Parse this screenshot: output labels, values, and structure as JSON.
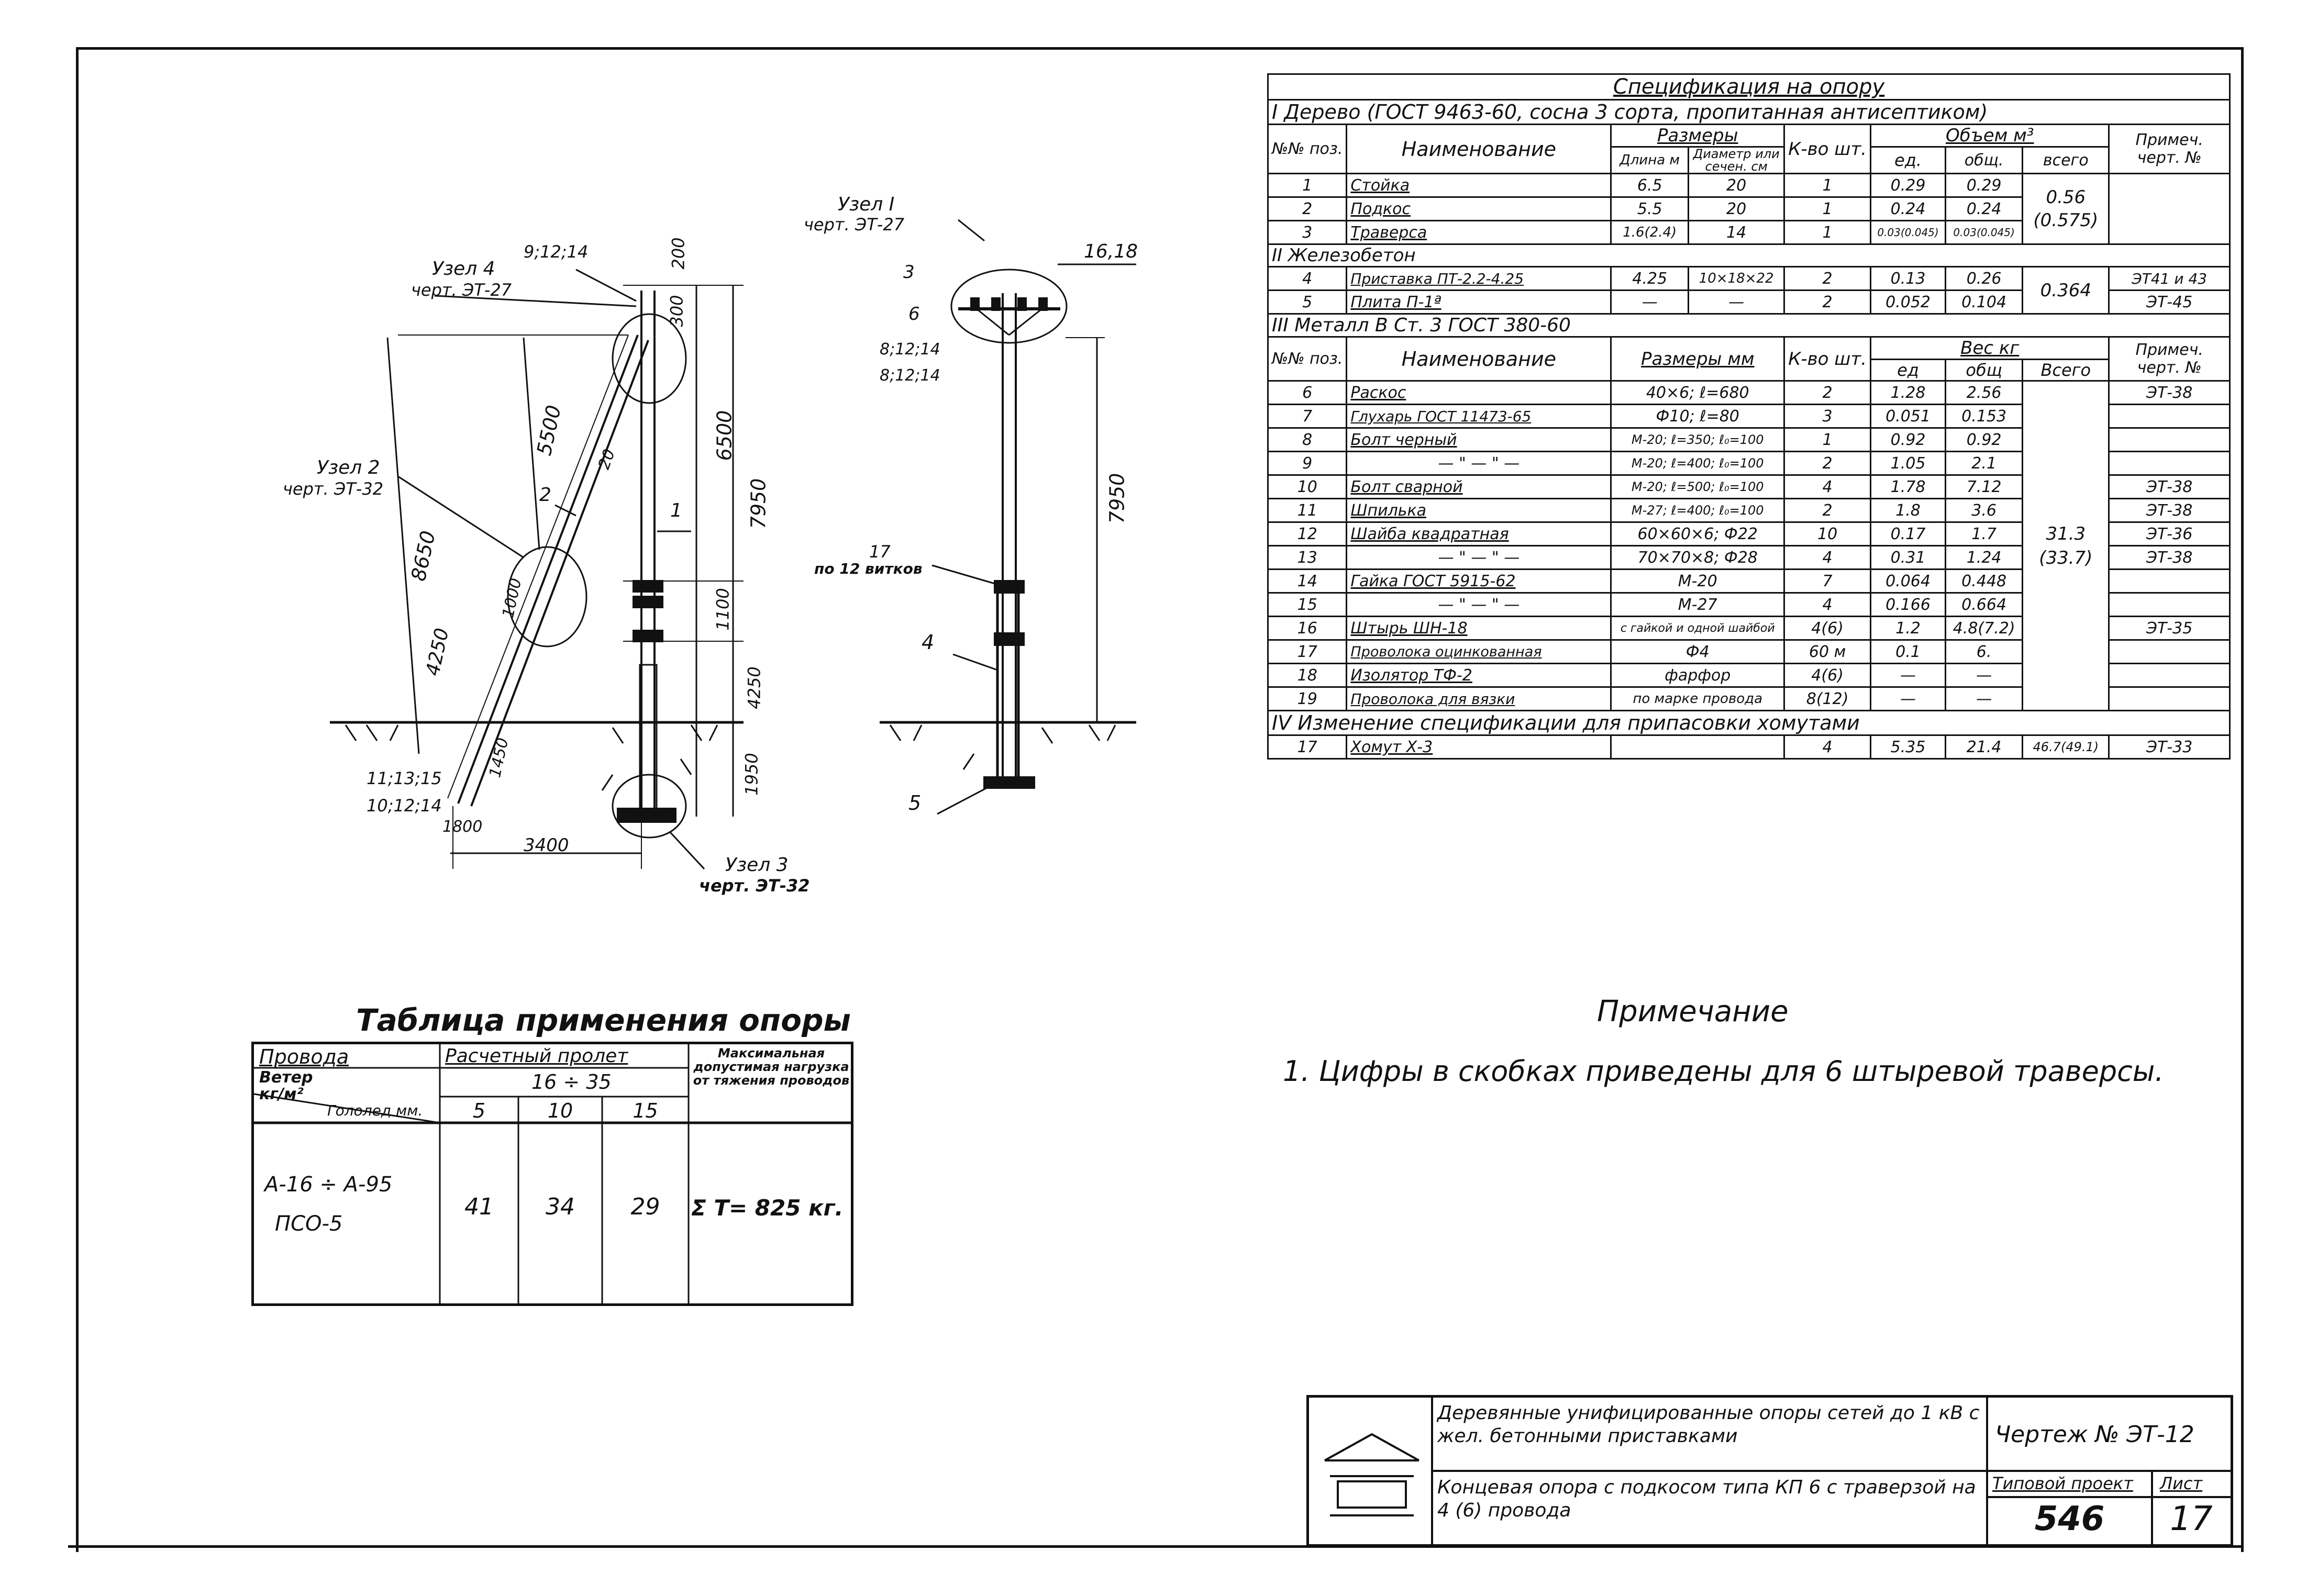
{
  "drawing_left": {
    "node1": {
      "label": "Узел I",
      "ref": "черт. ЭТ-27"
    },
    "node2": {
      "label": "Узел 2",
      "ref": "черт. ЭТ-32"
    },
    "node3": {
      "label": "Узел 3",
      "ref": "черт. ЭТ-32"
    },
    "node4": {
      "label": "Узел 4",
      "ref": "черт. ЭТ-27"
    },
    "pos_top_left": "9;12;14",
    "pos_top_right": "16,18",
    "pos_left1": "3",
    "pos_left2": "6",
    "pos_left3": "8;12;14",
    "pos_left4": "8;12;14",
    "pos_wire": "17",
    "pos_wire_note": "по 12 витков",
    "pos_4": "4",
    "pos_5": "5",
    "pos_1": "1",
    "pos_2": "2",
    "pos_bot1": "11;13;15",
    "pos_bot2": "10;12;14",
    "dim_200": "200",
    "dim_300": "300",
    "dim_5500": "5500",
    "dim_6500": "6500",
    "dim_7950_l": "7950",
    "dim_7950_r": "7950",
    "dim_8650": "8650",
    "dim_1100": "1100",
    "dim_4250_a": "4250",
    "dim_4250_b": "4250",
    "dim_1000": "1000",
    "dim_1450": "1450",
    "dim_1950": "1950",
    "dim_1800": "1800",
    "dim_3400": "3400",
    "dim_20": "20"
  },
  "application_table": {
    "title": "Таблица применения опоры",
    "h_wires": "Провода",
    "h_span": "Расчетный пролет",
    "h_max": "Максимальная допустимая нагрузка от тяжения проводов",
    "h_wind": "Ветер кг/м²",
    "h_ice": "Гололед мм.",
    "span_range": "16 ÷ 35",
    "ice_vals": [
      "5",
      "10",
      "15"
    ],
    "wires1": "А-16 ÷ А-95",
    "wires2": "ПСО-5",
    "vals": [
      "41",
      "34",
      "29"
    ],
    "max_load": "Σ T= 825 кг."
  },
  "spec": {
    "title": "Спецификация на опору",
    "sec1": "I  Дерево (ГОСТ 9463-60, сосна 3 сорта, пропитанная антисептиком)",
    "h_num": "№№ поз.",
    "h_name": "Наименование",
    "h_sizes": "Размеры",
    "h_len": "Длина м",
    "h_diam": "Диаметр или сечен. см",
    "h_qty": "К-во шт.",
    "h_vol": "Объем м³",
    "h_ed": "ед.",
    "h_obsh": "общ.",
    "h_vsego": "всего",
    "h_note": "Примеч. черт. №",
    "wood": [
      {
        "n": "1",
        "name": "Стойка",
        "len": "6.5",
        "diam": "20",
        "qty": "1",
        "ed": "0.29",
        "obsh": "0.29"
      },
      {
        "n": "2",
        "name": "Подкос",
        "len": "5.5",
        "diam": "20",
        "qty": "1",
        "ed": "0.24",
        "obsh": "0.24"
      },
      {
        "n": "3",
        "name": "Траверса",
        "len": "1.6(2.4)",
        "diam": "14",
        "qty": "1",
        "ed": "0.03(0.045)",
        "obsh": "0.03(0.045)"
      }
    ],
    "wood_total": "0.56 (0.575)",
    "sec2": "II  Железобетон",
    "concrete": [
      {
        "n": "4",
        "name": "Приставка ПТ-2.2-4.25",
        "len": "4.25",
        "diam": "10×18×22",
        "qty": "2",
        "ed": "0.13",
        "obsh": "0.26",
        "note": "ЭТ41 и 43"
      },
      {
        "n": "5",
        "name": "Плита П-1ª",
        "len": "—",
        "diam": "—",
        "qty": "2",
        "ed": "0.052",
        "obsh": "0.104",
        "note": "ЭТ-45"
      }
    ],
    "concrete_total": "0.364",
    "sec3": "III  Металл В Ст. 3 ГОСТ 380-60",
    "h_sizes_mm": "Размеры мм",
    "h_weight": "Вес кг",
    "h_ed2": "ед",
    "h_obsh2": "общ",
    "h_vsego2": "Всего",
    "h_note2": "Примеч. черт. №",
    "metal": [
      {
        "n": "6",
        "name": "Раскос",
        "size": "40×6; ℓ=680",
        "qty": "2",
        "ed": "1.28",
        "obsh": "2.56",
        "note": "ЭТ-38"
      },
      {
        "n": "7",
        "name": "Глухарь ГОСТ 11473-65",
        "size": "Ф10; ℓ=80",
        "qty": "3",
        "ed": "0.051",
        "obsh": "0.153",
        "note": ""
      },
      {
        "n": "8",
        "name": "Болт черный",
        "size": "М-20; ℓ=350; ℓ₀=100",
        "qty": "1",
        "ed": "0.92",
        "obsh": "0.92",
        "note": ""
      },
      {
        "n": "9",
        "name": "— \" — \" —",
        "size": "М-20; ℓ=400; ℓ₀=100",
        "qty": "2",
        "ed": "1.05",
        "obsh": "2.1",
        "note": ""
      },
      {
        "n": "10",
        "name": "Болт сварной",
        "size": "М-20; ℓ=500; ℓ₀=100",
        "qty": "4",
        "ed": "1.78",
        "obsh": "7.12",
        "note": "ЭТ-38"
      },
      {
        "n": "11",
        "name": "Шпилька",
        "size": "М-27; ℓ=400; ℓ₀=100",
        "qty": "2",
        "ed": "1.8",
        "obsh": "3.6",
        "note": "ЭТ-38"
      },
      {
        "n": "12",
        "name": "Шайба квадратная",
        "size": "60×60×6; Ф22",
        "qty": "10",
        "ed": "0.17",
        "obsh": "1.7",
        "note": "ЭТ-36"
      },
      {
        "n": "13",
        "name": "— \" — \" —",
        "size": "70×70×8; Ф28",
        "qty": "4",
        "ed": "0.31",
        "obsh": "1.24",
        "note": "ЭТ-38"
      },
      {
        "n": "14",
        "name": "Гайка ГОСТ 5915-62",
        "size": "М-20",
        "qty": "7",
        "ed": "0.064",
        "obsh": "0.448",
        "note": ""
      },
      {
        "n": "15",
        "name": "— \" — \" —",
        "size": "М-27",
        "qty": "4",
        "ed": "0.166",
        "obsh": "0.664",
        "note": ""
      },
      {
        "n": "16",
        "name": "Штырь ШН-18",
        "size": "с гайкой и одной шайбой",
        "qty": "4(6)",
        "ed": "1.2",
        "obsh": "4.8(7.2)",
        "note": "ЭТ-35"
      },
      {
        "n": "17",
        "name": "Проволока оцинкованная",
        "size": "Ф4",
        "qty": "60 м",
        "ed": "0.1",
        "obsh": "6.",
        "note": ""
      },
      {
        "n": "18",
        "name": "Изолятор ТФ-2",
        "size": "фарфор",
        "qty": "4(6)",
        "ed": "—",
        "obsh": "—",
        "note": ""
      },
      {
        "n": "19",
        "name": "Проволока для вязки",
        "size": "по марке провода",
        "qty": "8(12)",
        "ed": "—",
        "obsh": "—",
        "note": ""
      }
    ],
    "metal_total": "31.3 (33.7)",
    "sec4": "IV  Изменение спецификации для припасовки хомутами",
    "change": {
      "n": "17",
      "name": "Хомут Х-3",
      "qty": "4",
      "ed": "5.35",
      "obsh": "21.4",
      "total": "46.7(49.1)",
      "note": "ЭТ-33"
    }
  },
  "note": {
    "title": "Примечание",
    "text": "1. Цифры в скобках приведены для 6 штыревой траверсы."
  },
  "title_block": {
    "desc1": "Деревянные унифицированные опоры сетей до 1 кВ с жел. бетонными приставками",
    "desc2": "Концевая опора с подкосом типа КП 6 с траверзой на 4 (6) провода",
    "sheet_label": "Чертеж № ЭТ-12",
    "project_label": "Типовой проект",
    "list_label": "Лист",
    "project": "546",
    "sheet": "17"
  }
}
